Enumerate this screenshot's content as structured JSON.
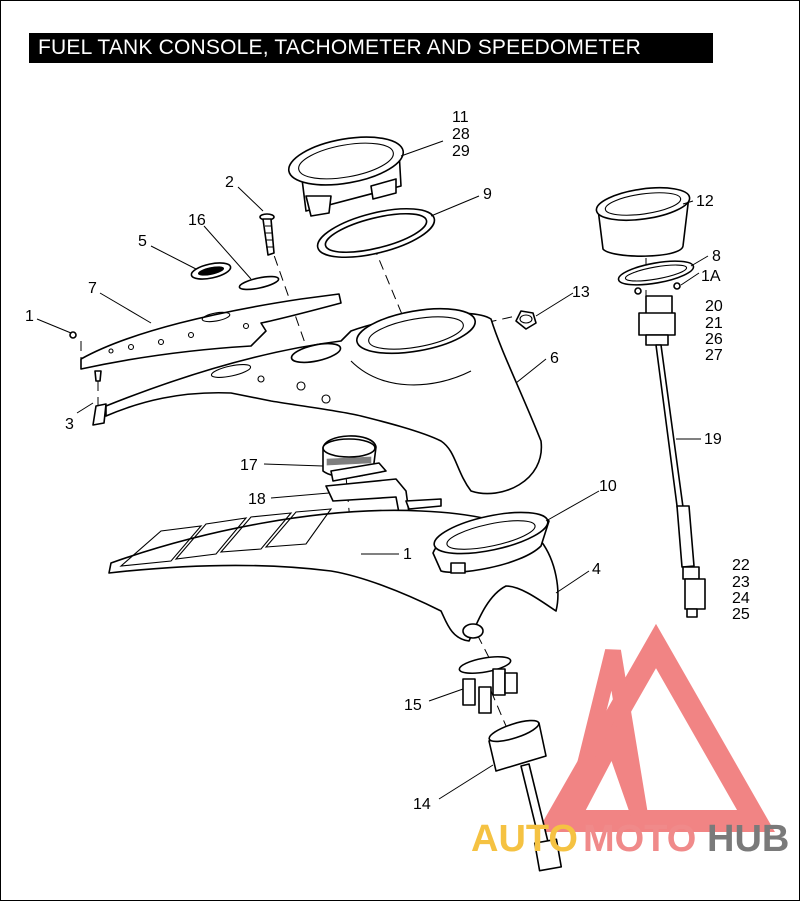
{
  "title": "FUEL TANK CONSOLE, TACHOMETER AND SPEEDOMETER",
  "callouts": {
    "c1a": "1",
    "c1b": "1",
    "c1A": "1A",
    "c2": "2",
    "c3": "3",
    "c4": "4",
    "c5": "5",
    "c6": "6",
    "c7": "7",
    "c8": "8",
    "c9": "9",
    "c10": "10",
    "c11": "11",
    "c12": "12",
    "c13": "13",
    "c14": "14",
    "c15": "15",
    "c16": "16",
    "c17": "17",
    "c18": "18",
    "c19": "19",
    "c20": "20",
    "c21": "21",
    "c22": "22",
    "c23": "23",
    "c24": "24",
    "c25": "25",
    "c26": "26",
    "c27": "27",
    "c28": "28",
    "c29": "29"
  },
  "watermark": {
    "part1": "AUTO",
    "part2": "MOTO",
    "part3": "HUB",
    "color1": "#f5c242",
    "color2": "#f08a8a",
    "color3": "#7a7a7a",
    "logo_color": "#ef6f6f"
  }
}
